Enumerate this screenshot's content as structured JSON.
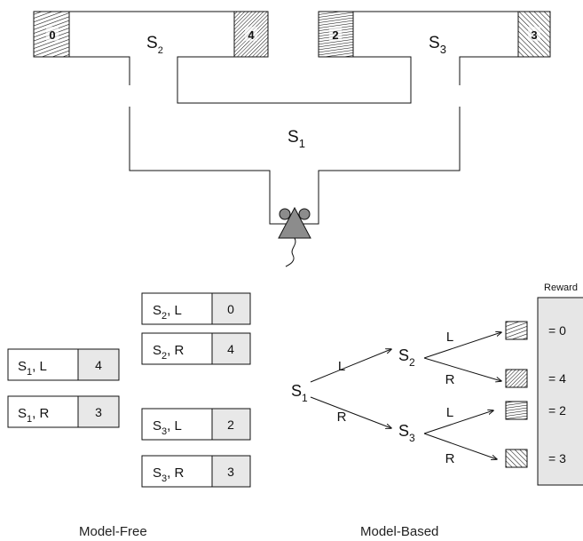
{
  "maze": {
    "states": {
      "s1": "S",
      "s2": "S",
      "s3": "S",
      "sub1": "1",
      "sub2": "2",
      "sub3": "3"
    },
    "goal_boxes": [
      "0",
      "4",
      "2",
      "3"
    ]
  },
  "model_free": {
    "rows": [
      {
        "s": "S",
        "sub": "1",
        "action": ", L",
        "value": "4"
      },
      {
        "s": "S",
        "sub": "1",
        "action": ", R",
        "value": "3"
      },
      {
        "s": "S",
        "sub": "2",
        "action": ", L",
        "value": "0"
      },
      {
        "s": "S",
        "sub": "2",
        "action": ", R",
        "value": "4"
      },
      {
        "s": "S",
        "sub": "3",
        "action": ", L",
        "value": "2"
      },
      {
        "s": "S",
        "sub": "3",
        "action": ", R",
        "value": "3"
      }
    ],
    "caption": "Model-Free"
  },
  "model_based": {
    "nodes": {
      "s": "S",
      "sub1": "1",
      "sub2": "2",
      "sub3": "3"
    },
    "edge_labels": {
      "left": "L",
      "right": "R"
    },
    "reward_header": "Reward",
    "rewards": [
      "= 0",
      "= 4",
      "= 2",
      "= 3"
    ],
    "caption": "Model-Based"
  },
  "colors": {
    "shaded_cell": "#e8e8e8",
    "reward_panel": "#e6e6e6",
    "rat_body": "#8c8c8c",
    "stroke": "#111111"
  }
}
